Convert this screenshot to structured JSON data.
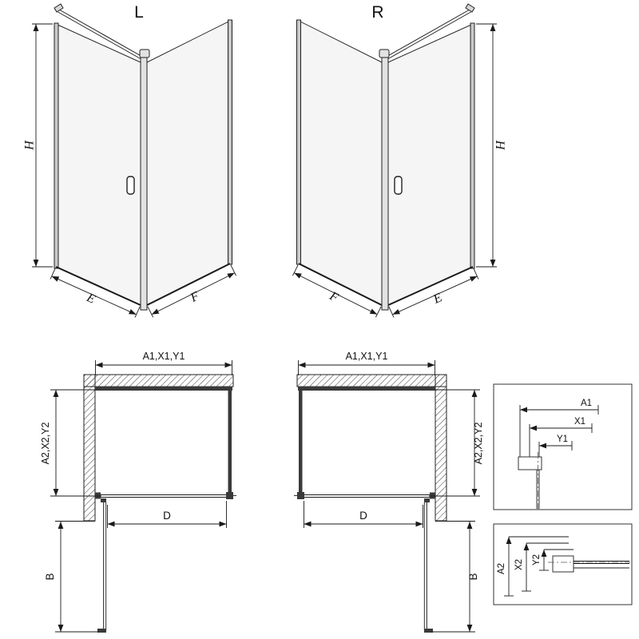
{
  "views": {
    "left": {
      "label": "L",
      "h": "H",
      "e": "E",
      "f": "F"
    },
    "right": {
      "label": "R",
      "h": "H",
      "e": "E",
      "f": "F"
    }
  },
  "plans": {
    "left": {
      "width": "A1,X1,Y1",
      "depth": "A2,X2,Y2",
      "door": "D",
      "swing": "B"
    },
    "right": {
      "width": "A1,X1,Y1",
      "depth": "A2,X2,Y2",
      "door": "D",
      "swing": "B"
    }
  },
  "details": {
    "width_box": {
      "labels": [
        "A1",
        "X1",
        "Y1"
      ]
    },
    "depth_box": {
      "labels": [
        "A2",
        "X2",
        "Y2"
      ]
    }
  },
  "colors": {
    "line": "#1a1a1a",
    "glass": "#f5f5f5",
    "wall_fill": "#3a3a3a"
  }
}
